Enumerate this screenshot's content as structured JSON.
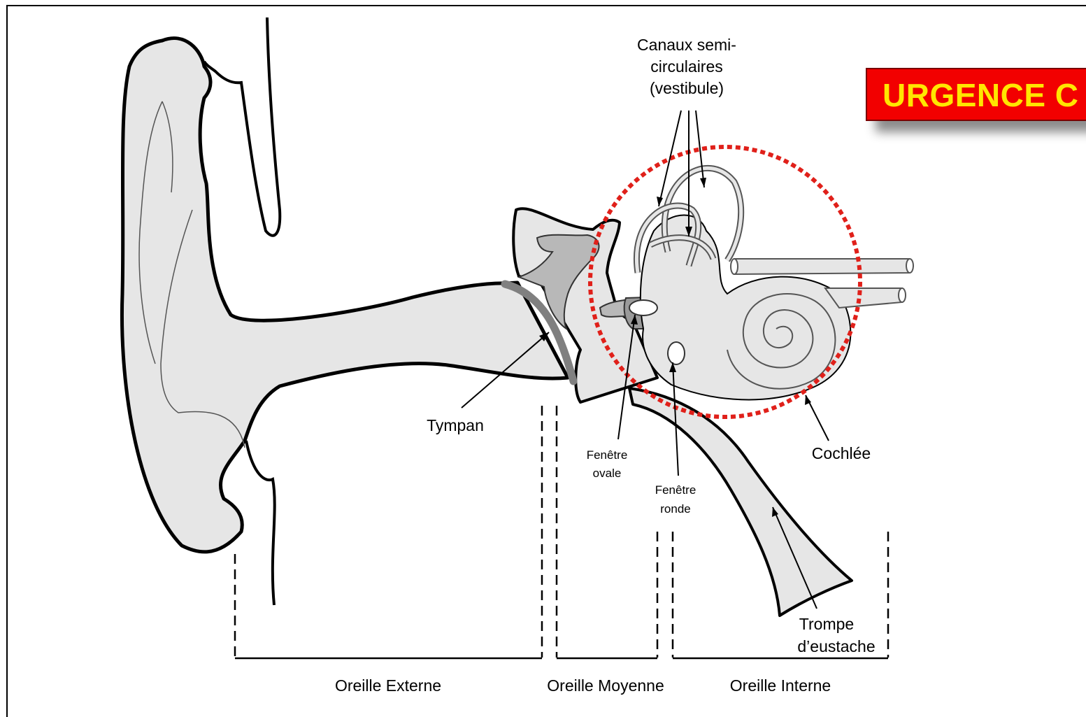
{
  "labels": {
    "canaux_line1": "Canaux semi-",
    "canaux_line2": "circulaires",
    "canaux_line3": "(vestibule)",
    "tympan": "Tympan",
    "fenetre_ovale_line1": "Fenêtre",
    "fenetre_ovale_line2": "ovale",
    "fenetre_ronde_line1": "Fenêtre",
    "fenetre_ronde_line2": "ronde",
    "cochlee": "Cochlée",
    "trompe_line1": "Trompe",
    "trompe_line2": "d’eustache"
  },
  "sections": {
    "externe": "Oreille Externe",
    "moyenne": "Oreille Moyenne",
    "interne": "Oreille Interne"
  },
  "banner": {
    "text": "URGENCE C"
  },
  "colors": {
    "tissue": "#e6e6e6",
    "bone": "#b8b8b8",
    "eardrum": "#808080",
    "highlight_circle": "#e0201a",
    "banner_bg": "#f20000",
    "banner_text": "#ffe600"
  }
}
